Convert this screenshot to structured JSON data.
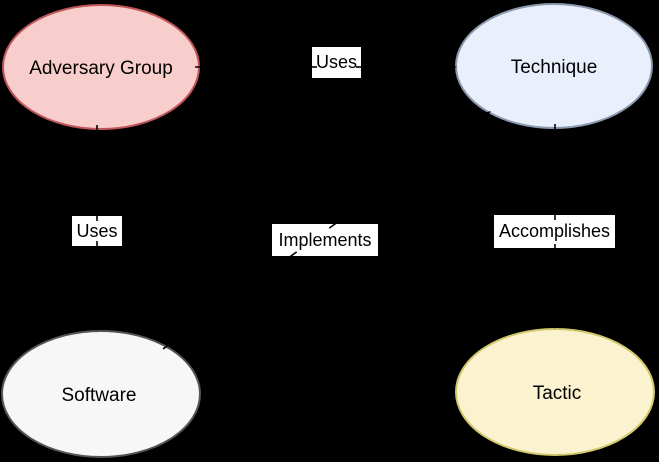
{
  "diagram": {
    "background_color": "#000000",
    "edge_color": "#000000",
    "label_background": "#ffffff",
    "text_color": "#000000",
    "nodes": [
      {
        "id": "adversary-group",
        "label": "Adversary Group",
        "fill": "#f8cecc",
        "border": "#bf5659"
      },
      {
        "id": "technique",
        "label": "Technique",
        "fill": "#e9effb",
        "border": "#8b99ad"
      },
      {
        "id": "software",
        "label": "Software",
        "fill": "#f7f7f7",
        "border": "#555555"
      },
      {
        "id": "tactic",
        "label": "Tactic",
        "fill": "#fbf3cf",
        "border": "#cfc86a"
      }
    ],
    "edges": [
      {
        "id": "uses-top",
        "label": "Uses",
        "from": "Adversary Group",
        "to": "Technique"
      },
      {
        "id": "uses-left",
        "label": "Uses",
        "from": "Adversary Group",
        "to": "Software"
      },
      {
        "id": "implements",
        "label": "Implements",
        "from": "Software",
        "to": "Technique"
      },
      {
        "id": "accomplishes",
        "label": "Accomplishes",
        "from": "Technique",
        "to": "Tactic"
      }
    ]
  }
}
